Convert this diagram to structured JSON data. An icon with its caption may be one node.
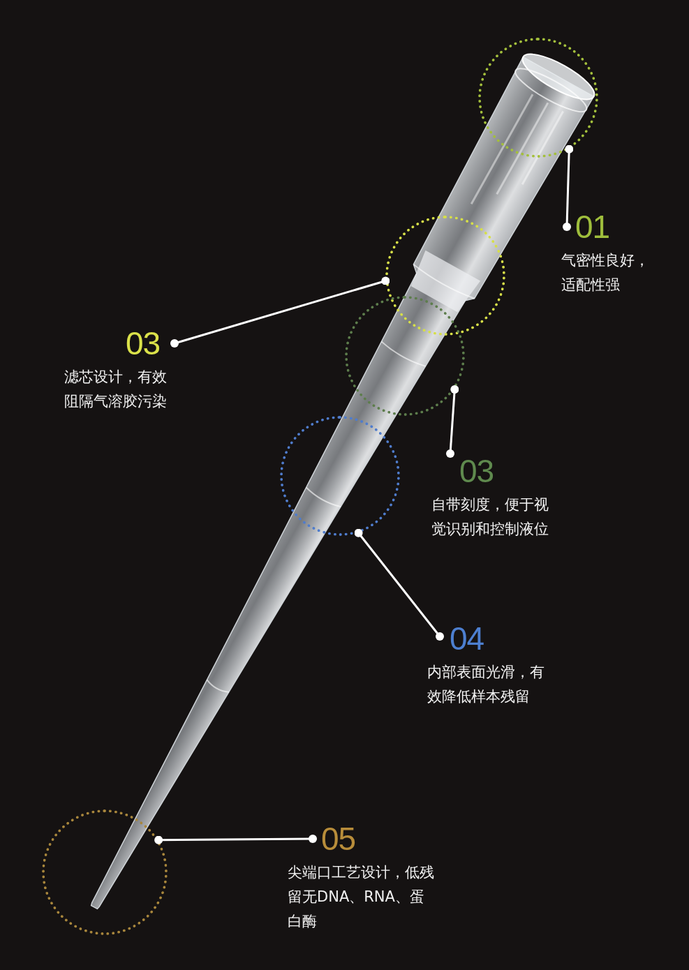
{
  "diagram": {
    "nodes": [
      {
        "text": [],
        "shape": "circle"
      },
      {
        "text": [
          "01",
          "气密性良好，适配性强"
        ]
      },
      {
        "text": [],
        "shape": "circle"
      },
      {
        "text": [
          "03",
          "滤芯设计，有效阻隔气溶胶污染"
        ]
      },
      {
        "text": [],
        "shape": "circle"
      },
      {
        "text": [
          "03",
          "自带刻度，便于视觉识别和控制液位"
        ]
      },
      {
        "text": [],
        "shape": "circle"
      },
      {
        "text": [
          "04",
          "内部表面光滑，有效降低样本残留"
        ]
      },
      {
        "text": [],
        "shape": "circle"
      },
      {
        "text": [
          "05",
          "尖端口工艺设计，低残留无DNA、RNA、蛋白酶"
        ]
      }
    ],
    "edges": [
      {
        "from": 1,
        "to": 0,
        "arrow": "other"
      },
      {
        "from": 3,
        "to": 2,
        "arrow": "other"
      },
      {
        "from": 5,
        "to": 4,
        "arrow": "other"
      },
      {
        "from": 7,
        "to": 6,
        "arrow": "other"
      },
      {
        "from": 9,
        "to": 8,
        "arrow": "other"
      }
    ]
  }
}
